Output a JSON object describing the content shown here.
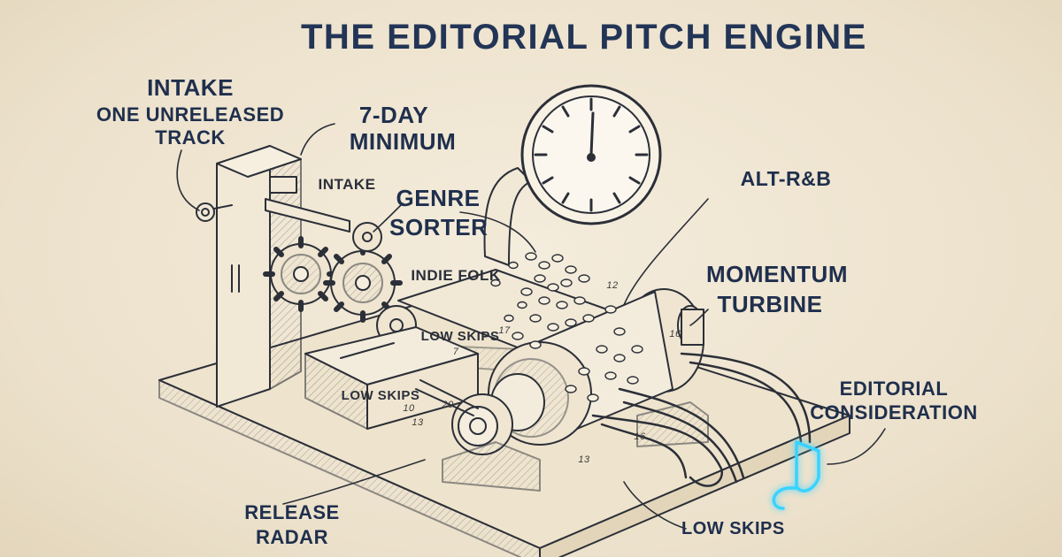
{
  "title": "THE EDITORIAL PITCH ENGINE",
  "labels": {
    "intake": "INTAKE",
    "intake_sub_1": "ONE UNRELEASED",
    "intake_sub_2": "TRACK",
    "minimum_1": "7-DAY",
    "minimum_2": "MINIMUM",
    "intake_small": "INTAKE",
    "genre_1": "GENRE",
    "genre_2": "SORTER",
    "indie_folk": "INDIE FOLK",
    "low_skips_a": "LOW SKIPS",
    "low_skips_b": "LOW SKIPS",
    "alt_rnb": "ALT-R&B",
    "momentum_1": "MOMENTUM",
    "momentum_2": "TURBINE",
    "editorial_1": "EDITORIAL",
    "editorial_2": "CONSIDERATION",
    "release_1": "RELEASE",
    "release_2": "RADAR",
    "low_skips_c": "LOW SKIPS"
  },
  "part_numbers": [
    "12",
    "17",
    "7",
    "10",
    "20",
    "16",
    "13",
    "16",
    "13"
  ],
  "colors": {
    "ink": "#1f2f4d",
    "paper": "#efe6d3",
    "glow": "#39d3ff"
  },
  "icons": {
    "output_note": "music-note-icon",
    "gauge": "clock-gauge-icon"
  }
}
